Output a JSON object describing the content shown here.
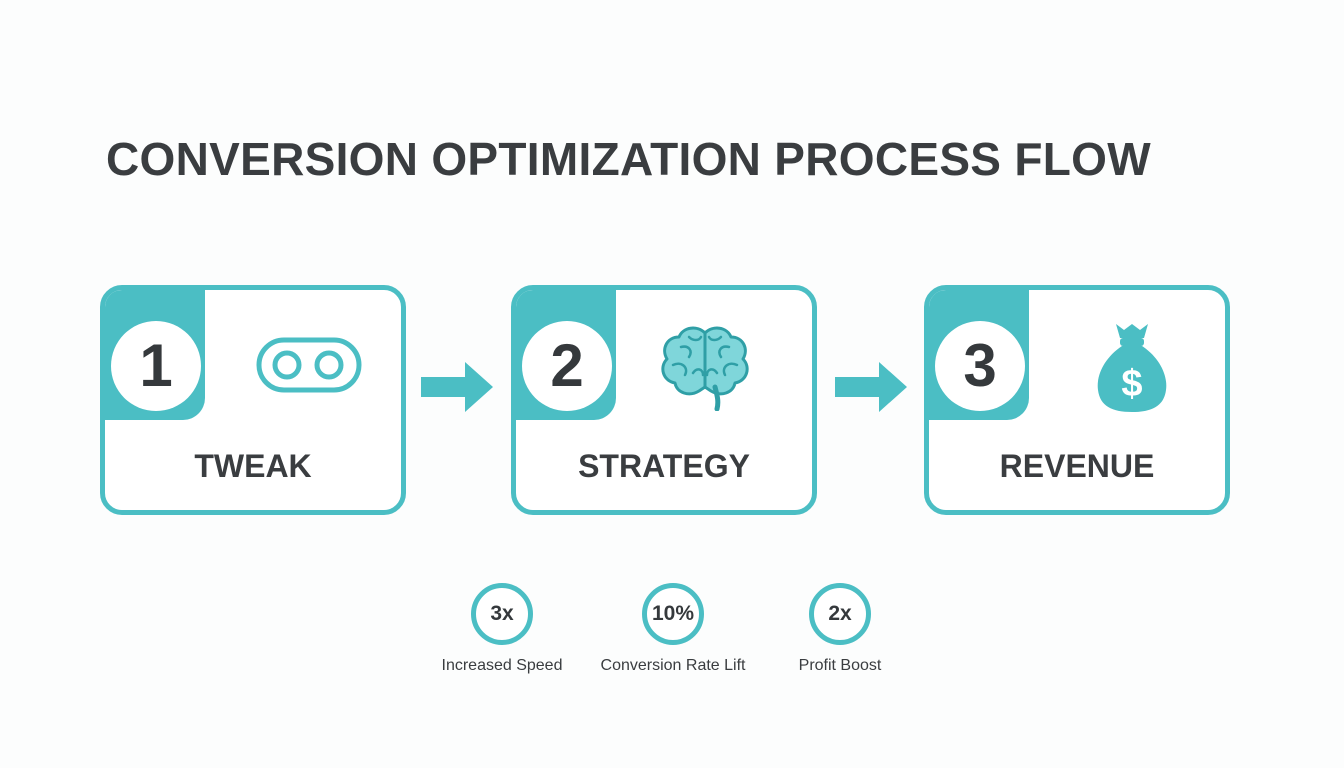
{
  "title": "CONVERSION OPTIMIZATION PROCESS FLOW",
  "accent_color": "#4bbec4",
  "steps": [
    {
      "number": "1",
      "label": "TWEAK",
      "icon": "toggle-dots-icon"
    },
    {
      "number": "2",
      "label": "STRATEGY",
      "icon": "brain-icon"
    },
    {
      "number": "3",
      "label": "REVENUE",
      "icon": "money-bag-icon"
    }
  ],
  "metrics": [
    {
      "value": "3x",
      "label": "Increased Speed"
    },
    {
      "value": "10%",
      "label": "Conversion Rate Lift"
    },
    {
      "value": "2x",
      "label": "Profit Boost"
    }
  ],
  "money_symbol": "$"
}
